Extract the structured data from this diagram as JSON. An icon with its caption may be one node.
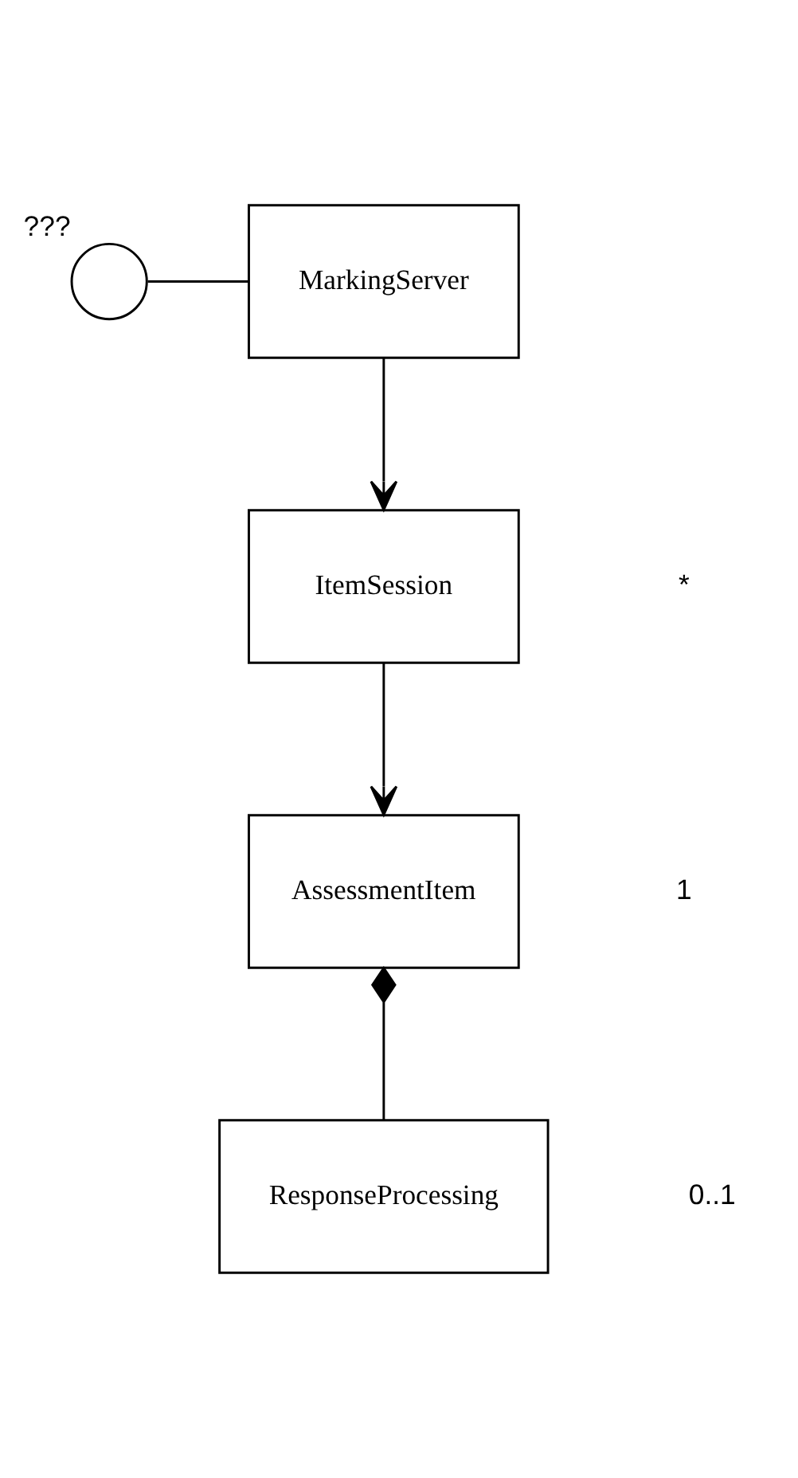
{
  "diagram": {
    "nodes": [
      {
        "text": [],
        "shape": "circle",
        "beside": [
          "???"
        ]
      },
      {
        "text": [
          "MarkingServer"
        ]
      },
      {
        "text": [
          "ItemSession"
        ]
      },
      {
        "text": [
          "AssessmentItem"
        ]
      },
      {
        "text": [
          "ResponseProcessing"
        ]
      }
    ],
    "edges": [
      {
        "from": 0,
        "to": 1,
        "arrow": "none"
      },
      {
        "from": 1,
        "to": 2,
        "arrow": "to"
      },
      {
        "from": 2,
        "to": 3,
        "arrow": "to"
      },
      {
        "from": 3,
        "to": 4,
        "arrow": "other"
      }
    ],
    "labels": [
      "*",
      "1",
      "0..1"
    ]
  }
}
